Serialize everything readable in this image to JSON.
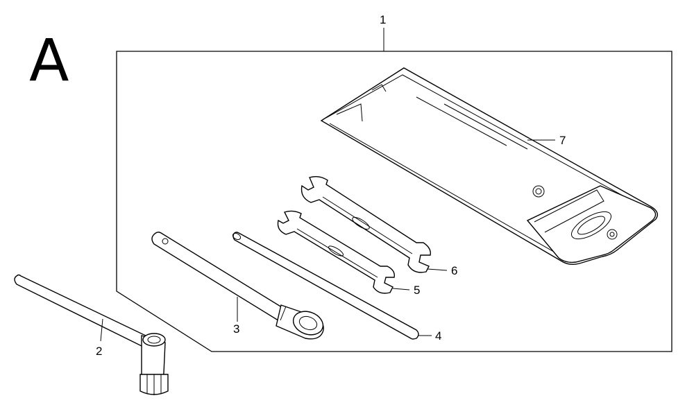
{
  "section_letter": "A",
  "callouts": {
    "c1": "1",
    "c2": "2",
    "c3": "3",
    "c4": "4",
    "c5": "5",
    "c6": "6",
    "c7": "7"
  }
}
